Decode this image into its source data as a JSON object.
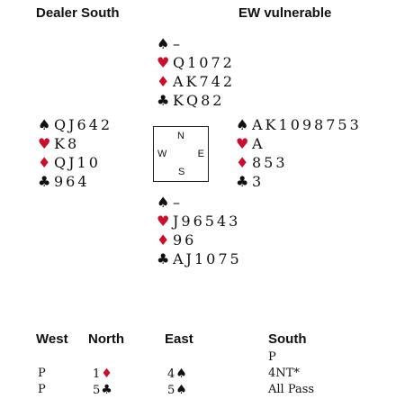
{
  "header": {
    "dealer": "Dealer South",
    "vulnerability": "EW vulnerable"
  },
  "compass": {
    "north": "N",
    "west": "W",
    "east": "E",
    "south": "S"
  },
  "suit_symbols": {
    "spades": "♠",
    "hearts": "♥",
    "diamonds": "♦",
    "clubs": "♣"
  },
  "colors": {
    "red_suit": "#c8102e",
    "black_suit": "#111111"
  },
  "hands": {
    "north": {
      "spades": "–",
      "hearts": "Q1072",
      "diamonds": "AK742",
      "clubs": "KQ82"
    },
    "west": {
      "spades": "QJ642",
      "hearts": "K8",
      "diamonds": "QJ10",
      "clubs": "964"
    },
    "east": {
      "spades": "AK1098753",
      "hearts": "A",
      "diamonds": "853",
      "clubs": "3"
    },
    "south": {
      "spades": "–",
      "hearts": "J96543",
      "diamonds": "96",
      "clubs": "AJ1075"
    }
  },
  "auction": {
    "headers": [
      "West",
      "North",
      "East",
      "South"
    ],
    "rows": [
      [
        {
          "text": ""
        },
        {
          "text": ""
        },
        {
          "text": ""
        },
        {
          "text": "P"
        }
      ],
      [
        {
          "text": "P"
        },
        {
          "text": "1",
          "suit": "diamonds"
        },
        {
          "text": "4",
          "suit": "spades"
        },
        {
          "text": "4NT*"
        }
      ],
      [
        {
          "text": "P"
        },
        {
          "text": "5",
          "suit": "clubs"
        },
        {
          "text": "5",
          "suit": "spades"
        },
        {
          "text": "All Pass"
        }
      ]
    ]
  }
}
